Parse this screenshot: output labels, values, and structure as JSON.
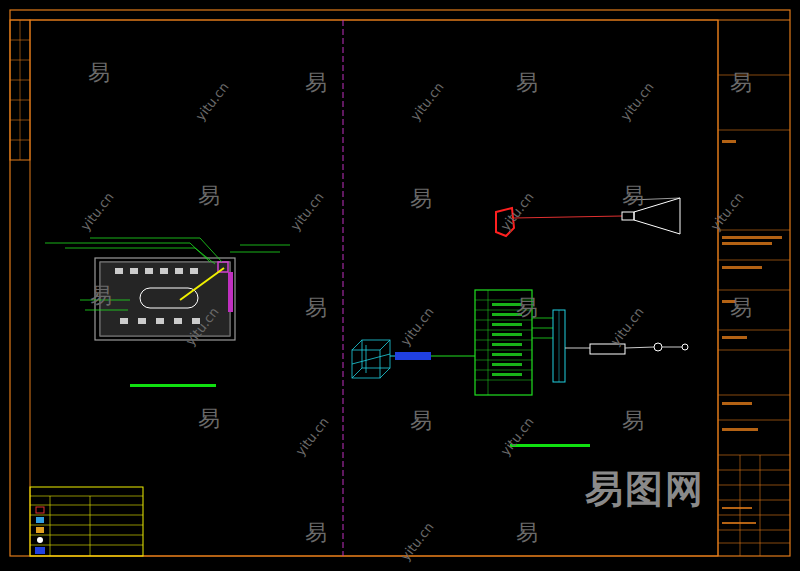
{
  "diagram": {
    "labels": [
      "易",
      "易",
      "易",
      "易",
      "易",
      "易",
      "易",
      "易",
      "易",
      "易",
      "易",
      "易",
      "易",
      "易",
      "易",
      "易",
      "yitu.cn",
      "yitu.cn",
      "yitu.cn",
      "yitu.cn",
      "yitu.cn",
      "yitu.cn",
      "yitu.cn",
      "yitu.cn",
      "yitu.cn",
      "yitu.cn",
      "yitu.cn",
      "yitu.cn",
      "yitu.cn",
      "易图网"
    ]
  }
}
